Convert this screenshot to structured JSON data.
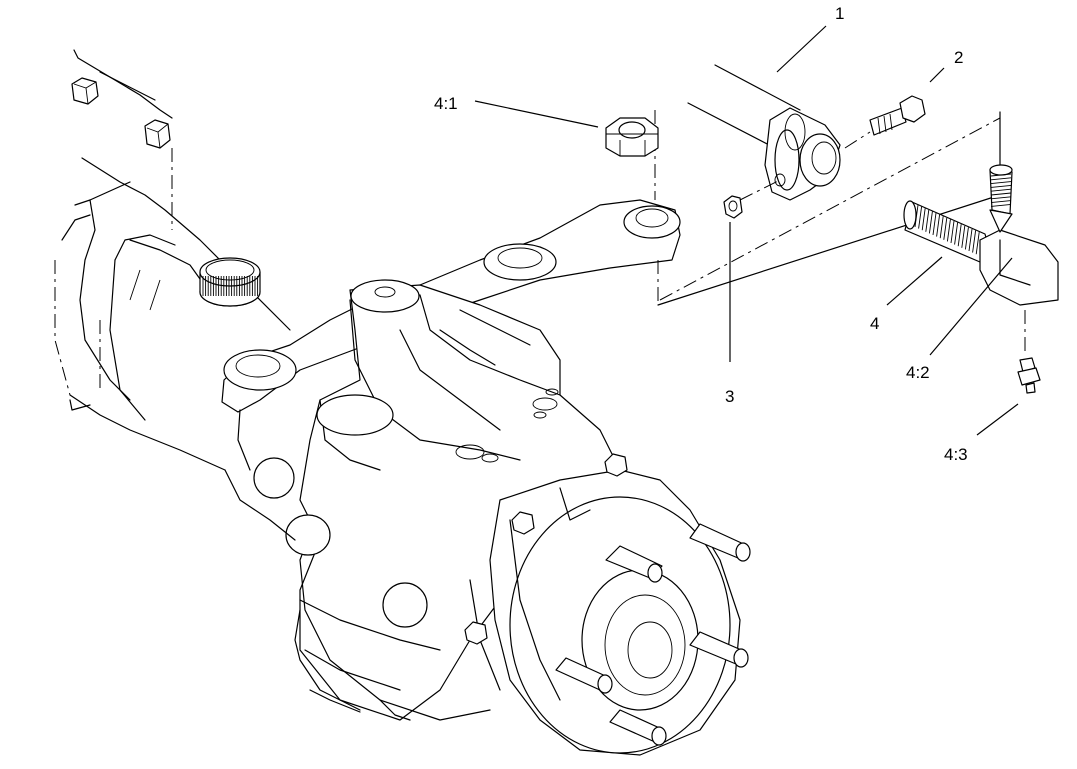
{
  "callouts": {
    "c1": "1",
    "c2": "2",
    "c3": "3",
    "c4": "4",
    "c4_1": "4:1",
    "c4_2": "4:2",
    "c4_3": "4:3"
  }
}
